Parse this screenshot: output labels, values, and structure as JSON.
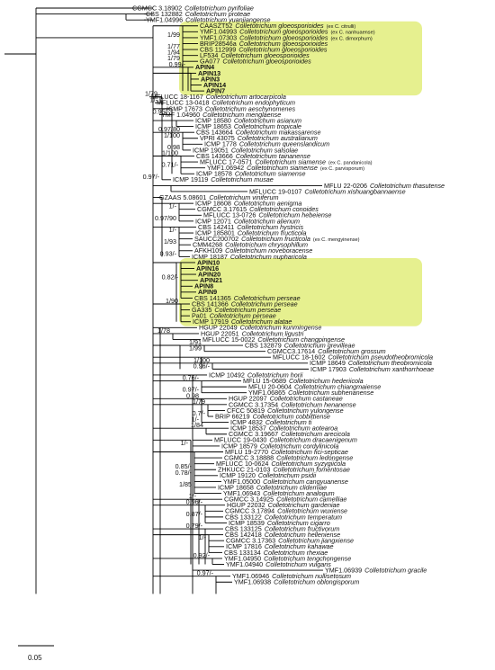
{
  "scale_bar": {
    "label": "0.05"
  },
  "highlight_color": "#e6f08f",
  "highlighted_groups": [
    "gloeosporioides-clade",
    "perseae-clade"
  ],
  "taxa": [
    {
      "name": "CGMCC 3.18902",
      "species": "Colletotrichum pyrifoliae"
    },
    {
      "name": "CBS 132882",
      "species": "Colletotrichum proteae"
    },
    {
      "name": "YMF1.04996",
      "species": "Colletotrichum yuanjiangense"
    },
    {
      "name": "CAASZT52",
      "species": "Colletotrichum gloeosporioides",
      "note": "(ex C. citrulli)"
    },
    {
      "name": "YMF1.04993",
      "species": "Colletotrichum gloeosporioides",
      "note": "(ex C. nanhuaense)"
    },
    {
      "name": "YMF1.07303",
      "species": "Colletotrichum gloeosporioides",
      "note": "(ex C. dimorphum)"
    },
    {
      "name": "BRIP28546a",
      "species": "Colletotrichum gloeosporioides"
    },
    {
      "name": "CBS 112999",
      "species": "Colletotrichum gloeosporioides"
    },
    {
      "name": "LF534",
      "species": "Colletotrichum gloeosporioides"
    },
    {
      "name": "GA077",
      "species": "Colletotrichum gloeosporioides"
    },
    {
      "name": "APIN4",
      "bold": true
    },
    {
      "name": "APIN13",
      "bold": true
    },
    {
      "name": "APIN3",
      "bold": true
    },
    {
      "name": "APIN14",
      "bold": true
    },
    {
      "name": "APIN7",
      "bold": true
    },
    {
      "name": "MFLUCC 18-1167",
      "species": "Colletotrichum artocarpicola"
    },
    {
      "name": "MFLUCC 13-0418",
      "species": "Colletotrichum endophyticum"
    },
    {
      "name": "ICMP 17673",
      "species": "Colletotrichum aeschynomenes"
    },
    {
      "name": "YMF 1.04960",
      "species": "Colletotrichum menglaense"
    },
    {
      "name": "ICMP 18580",
      "species": "Colletotrichum asianum"
    },
    {
      "name": "ICMP 18653",
      "species": "Colletotrichum tropicale"
    },
    {
      "name": "CBS 143664",
      "species": "Colletotrichum makassarense"
    },
    {
      "name": "VPRI 43075",
      "species": "Colletotrichum australianum"
    },
    {
      "name": "ICMP 1778",
      "species": "Colletotrichum queenslandicum"
    },
    {
      "name": "ICMP 19051",
      "species": "Colletotrichum salsolae"
    },
    {
      "name": "CBS 143666",
      "species": "Colletotrichum tainanense"
    },
    {
      "name": "MFLUCC 17-0571",
      "species": "Colletotrichum siamense",
      "note": "(ex C. pandanicola)"
    },
    {
      "name": "YMF1.06942",
      "species": "Colletotrichum siamense",
      "note": "(ex C. parvisporum)"
    },
    {
      "name": "ICMP 18578",
      "species": "Colletotrichum siamense"
    },
    {
      "name": "ICMP 19119",
      "species": "Colletotrichum musae"
    },
    {
      "name": "MFLU 22-0206",
      "species": "Colletotrichum thasutense"
    },
    {
      "name": "MFLUCC 19-0107",
      "species": "Colletotrichum xishuangbannaense"
    },
    {
      "name": "GZAAS 5.08601",
      "species": "Colletotrichum viniferum"
    },
    {
      "name": "ICMP 18608",
      "species": "Colletotrichum aenigma"
    },
    {
      "name": "CGMCC 3.17615",
      "species": "Colletotrichum conoides"
    },
    {
      "name": "MFLUCC 13-0726",
      "species": "Colletotrichum hebeiense"
    },
    {
      "name": "ICMP 12071",
      "species": "Colletotrichum alienum"
    },
    {
      "name": "CBS 142411",
      "species": "Colletotrichum hystricis"
    },
    {
      "name": "ICMP 185801",
      "species": "Colletotrichum fructicola"
    },
    {
      "name": "SAUCC200702",
      "species": "Colletotrichum fructicola",
      "note": "(ex C. mengyinense)"
    },
    {
      "name": "CMM4268",
      "species": "Colletotrichum chrysophillum"
    },
    {
      "name": "AFKH109",
      "species": "Colletotrichum noveboracense"
    },
    {
      "name": "ICMP 18187",
      "species": "Colletotrichum nupharicola"
    },
    {
      "name": "APIN10",
      "bold": true
    },
    {
      "name": "APIN16",
      "bold": true
    },
    {
      "name": "APIN20",
      "bold": true
    },
    {
      "name": "APIN21",
      "bold": true
    },
    {
      "name": "APIN8",
      "bold": true
    },
    {
      "name": "APIN9",
      "bold": true
    },
    {
      "name": "CBS 141365",
      "species": "Colletotrichum perseae"
    },
    {
      "name": "CBS 141366",
      "species": "Colletotrichum perseae"
    },
    {
      "name": "GA335",
      "species": "Colletotrichum perseae"
    },
    {
      "name": "Pa01",
      "species": "Colletotrichum perseae"
    },
    {
      "name": "ICMP 17919",
      "species": "Colletotrichum alatae"
    },
    {
      "name": "HGUP 22049",
      "species": "Colletotrichum kunmingense"
    },
    {
      "name": "HGUP 22051",
      "species": "Colletotrichum ligustri"
    },
    {
      "name": "MFLUCC 15-0022",
      "species": "Colletotrichum changpingense"
    },
    {
      "name": "CBS 132879",
      "species": "Colletotrichum grevilleae"
    },
    {
      "name": "CGMCC3.17614",
      "species": "Colletotrichum grossum"
    },
    {
      "name": "MFLUCC 18-1602",
      "species": "Colletotrichum pseudotheobromicola"
    },
    {
      "name": "ICMP 18649",
      "species": "Colletotrichum theobromicola"
    },
    {
      "name": "ICMP 17903",
      "species": "Colletotrichum xanthorrhoeae"
    },
    {
      "name": "ICMP 10492",
      "species": "Colletotrichum horii"
    },
    {
      "name": "MFLU 15-0689",
      "species": "Colletotrichum hederiicola"
    },
    {
      "name": "MFLU 20-0604",
      "species": "Colletotrichum chiangmaiense"
    },
    {
      "name": "YMF1.06865",
      "species": "Colletotrichum subhenanense"
    },
    {
      "name": "HGUP 22097",
      "species": "Colletotrichum castaneae"
    },
    {
      "name": "CGMCC 3.17354",
      "species": "Colletotrichum henanense"
    },
    {
      "name": "CFCC 50819",
      "species": "Colletotrichum yulongense"
    },
    {
      "name": "BRIP 66219",
      "species": "Colletotrichum cobbittiense"
    },
    {
      "name": "ICMP 4832",
      "species": "Colletotrichum ti"
    },
    {
      "name": "ICMP 18537",
      "species": "Colletotrichum aotearoa"
    },
    {
      "name": "CGMCC 3.19667",
      "species": "Colletotrichum arecicola"
    },
    {
      "name": "MFLUCC 19-0430",
      "species": "Colletotrichum dracaenigenum"
    },
    {
      "name": "ICMP 18579",
      "species": "Colletotrichum cordylinicola"
    },
    {
      "name": "MFLU 19-2770",
      "species": "Colletotrichum fici-septicae"
    },
    {
      "name": "CGMCC 3.18888",
      "species": "Colletotrichum ledongense"
    },
    {
      "name": "MFLUCC 10-0624",
      "species": "Colletotrichum syzygiicola"
    },
    {
      "name": "ZHKUCC 21-0103",
      "species": "Colletotrichum fomentosae"
    },
    {
      "name": "ICMP 19120",
      "species": "Colletotrichum psidii"
    },
    {
      "name": "YMF1.05000",
      "species": "Colletotrichum cangyuanense"
    },
    {
      "name": "ICMP 18658",
      "species": "Colletotrichum clidemiae"
    },
    {
      "name": "YMF1.06943",
      "species": "Colletotrichum analogum"
    },
    {
      "name": "CGMCC 3.14925",
      "species": "Colletotrichum camelliae"
    },
    {
      "name": "HGUP 22032",
      "species": "Colletotrichum gardeniae"
    },
    {
      "name": "CGMCC 3.17894",
      "species": "Colletotrichum wuxiense"
    },
    {
      "name": "CBS 133122",
      "species": "Colletotrichum temperatum"
    },
    {
      "name": "ICMP 18539",
      "species": "Colletotrichum cigarro"
    },
    {
      "name": "CBS 133125",
      "species": "Colletotrichum fructivorum"
    },
    {
      "name": "CBS 142418",
      "species": "Colletotrichum helleniense"
    },
    {
      "name": "CGMCC 3.17363",
      "species": "Colletotrichum jiangxiense"
    },
    {
      "name": "ICMP 17816",
      "species": "Colletotrichum kahawae"
    },
    {
      "name": "CBS 133134",
      "species": "Colletotrichum rhexiae"
    },
    {
      "name": "YMF1.04950",
      "species": "Colletotrichum tengchongense"
    },
    {
      "name": "YMF1.04940",
      "species": "Colletotrichum vulgaris"
    },
    {
      "name": "YMF1.06939",
      "species": "Colletotrichum gracile"
    },
    {
      "name": "YMF1.06946",
      "species": "Colletotrichum nullisetosum"
    },
    {
      "name": "YMF1.06938",
      "species": "Colletotrichum oblongisporum"
    }
  ],
  "supports": [
    {
      "taxon": 5,
      "text": "1/99"
    },
    {
      "taxon": 7,
      "text": "1/77"
    },
    {
      "taxon": 8,
      "text": "1/94"
    },
    {
      "taxon": 9,
      "text": "1/79"
    },
    {
      "taxon": 10,
      "text": "0.99/-"
    },
    {
      "taxon": 15,
      "text": "1/79"
    },
    {
      "taxon": 16,
      "text": "1/-"
    },
    {
      "taxon": 18,
      "text": "0.95/-"
    },
    {
      "taxon": 21,
      "text": "0.97/80"
    },
    {
      "taxon": 22,
      "text": "1/100"
    },
    {
      "taxon": 24,
      "text": "0.98"
    },
    {
      "taxon": 25,
      "text": "1/100"
    },
    {
      "taxon": 27,
      "text": "0.71/-"
    },
    {
      "taxon": 29,
      "text": "0.97/-"
    },
    {
      "taxon": 34,
      "text": "1/-"
    },
    {
      "taxon": 36,
      "text": "0.97/90"
    },
    {
      "taxon": 38,
      "text": "1/-"
    },
    {
      "taxon": 40,
      "text": "1/93"
    },
    {
      "taxon": 42,
      "text": "0.93/-"
    },
    {
      "taxon": 46,
      "text": "0.82/-"
    },
    {
      "taxon": 50,
      "text": "1/90"
    },
    {
      "taxon": 55,
      "text": "1/78"
    },
    {
      "taxon": 57,
      "text": "1/91"
    },
    {
      "taxon": 58,
      "text": "1/99"
    },
    {
      "taxon": 60,
      "text": "1/100"
    },
    {
      "taxon": 61,
      "text": "0.96/-"
    },
    {
      "taxon": 63,
      "text": "0.76/-"
    },
    {
      "taxon": 65,
      "text": "0.97/-"
    },
    {
      "taxon": 66,
      "text": "0.98"
    },
    {
      "taxon": 67,
      "text": "1/79"
    },
    {
      "taxon": 69,
      "text": "0.7/-"
    },
    {
      "taxon": 70,
      "text": "1/-"
    },
    {
      "taxon": 71,
      "text": "1/84"
    },
    {
      "taxon": 74,
      "text": "1/-"
    },
    {
      "taxon": 78,
      "text": "0.85/-"
    },
    {
      "taxon": 79,
      "text": "0.78/-"
    },
    {
      "taxon": 81,
      "text": "1/85"
    },
    {
      "taxon": 83,
      "text": "1/-"
    },
    {
      "taxon": 84,
      "text": "0.96/-"
    },
    {
      "taxon": 86,
      "text": "0.87/-"
    },
    {
      "taxon": 88,
      "text": "0.79/-"
    },
    {
      "taxon": 90,
      "text": "1/-"
    },
    {
      "taxon": 93,
      "text": "0.92/-"
    },
    {
      "taxon": 96,
      "text": "0.97/-"
    }
  ]
}
